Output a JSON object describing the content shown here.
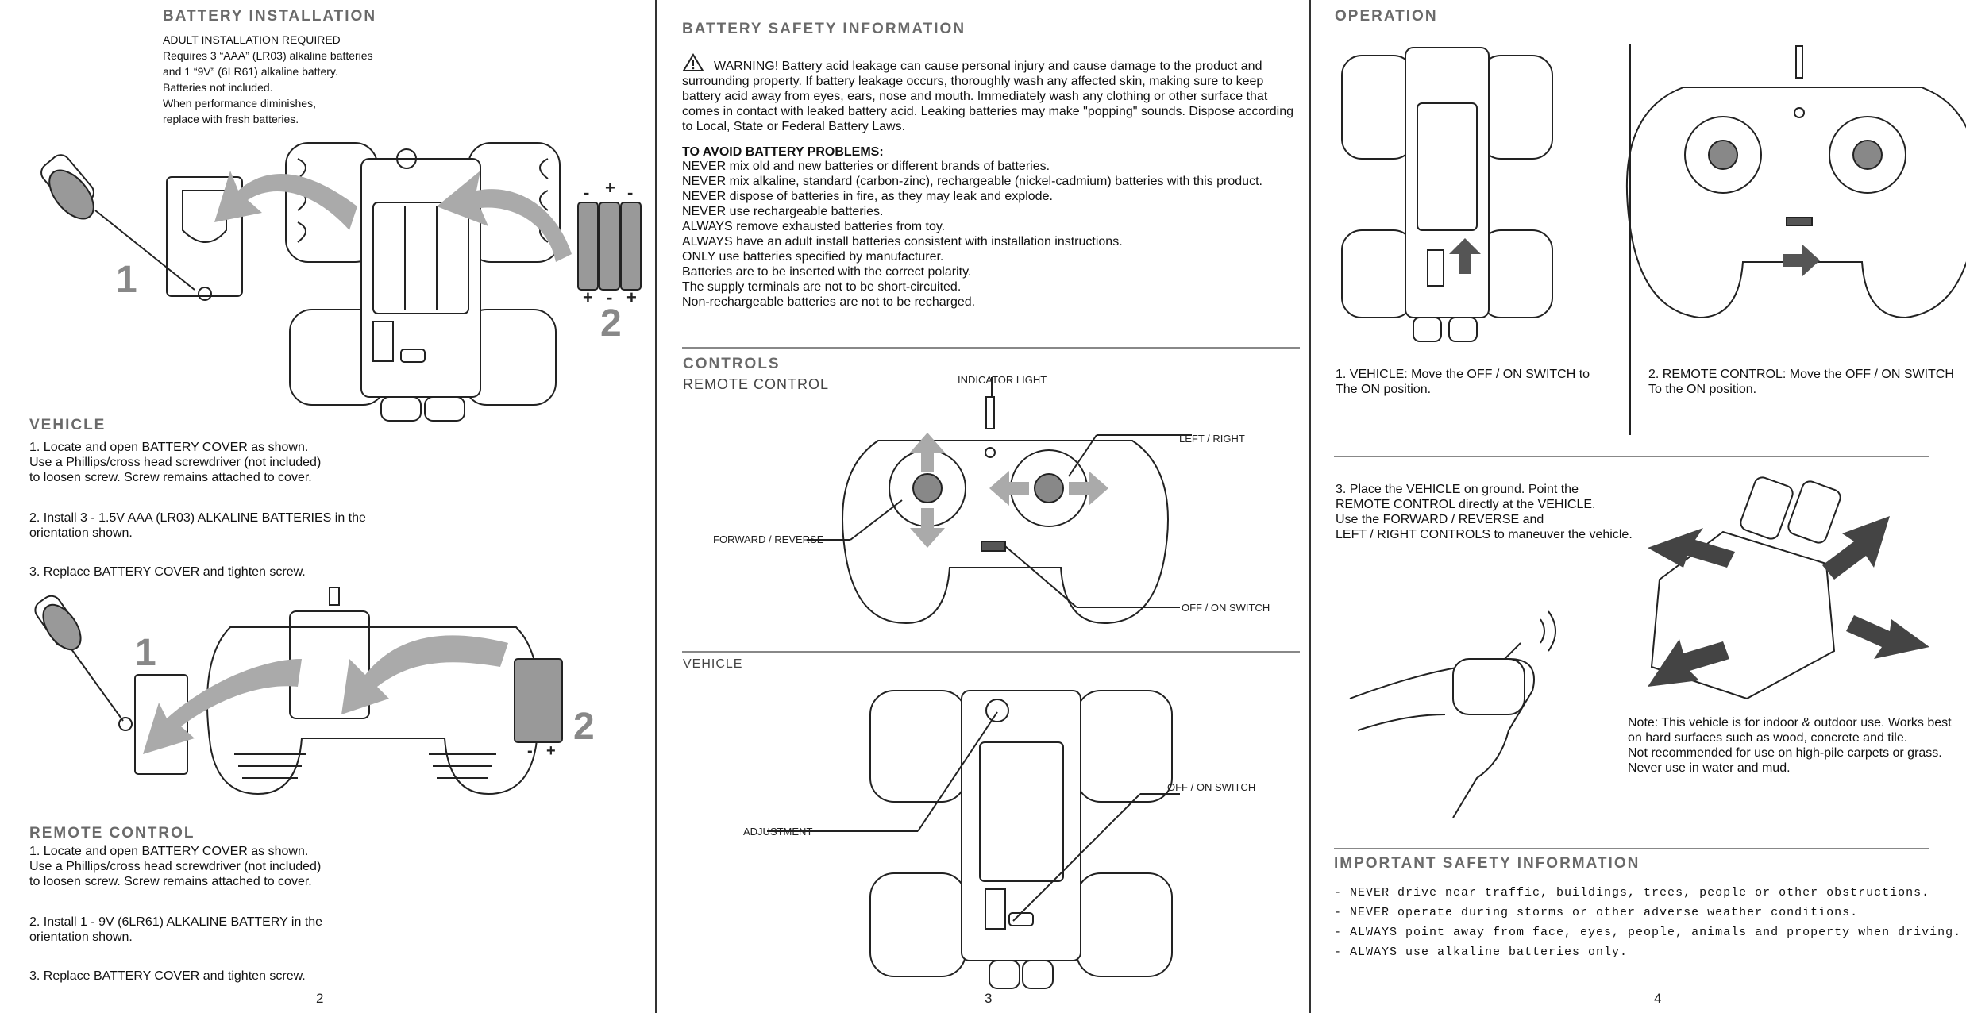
{
  "page2": {
    "battery_installation": {
      "heading": "BATTERY INSTALLATION",
      "requirements": "ADULT INSTALLATION REQUIRED\nRequires 3 “AAA” (LR03) alkaline batteries\nand 1 “9V” (6LR61) alkaline battery.\nBatteries not included.\nWhen performance diminishes,\nreplace with fresh batteries."
    },
    "vehicle_figure": {
      "step1": "1",
      "step2": "2",
      "minus1": "-",
      "plus1": "+",
      "minus2": "-",
      "plus_b1": "+",
      "minus_b": "-",
      "plus_b2": "+"
    },
    "vehicle": {
      "heading": "VEHICLE",
      "step1": "1. Locate and open BATTERY COVER as shown.\nUse a Phillips/cross head screwdriver (not included)\nto loosen screw. Screw remains attached to cover.",
      "step2": "2. Install 3 - 1.5V AAA (LR03) ALKALINE BATTERIES in the\norientation shown.",
      "step3": "3. Replace BATTERY COVER and tighten screw."
    },
    "remote_figure": {
      "step1": "1",
      "step2": "2",
      "minus": "-",
      "plus": "+"
    },
    "remote_control": {
      "heading": "REMOTE CONTROL",
      "step1": "1. Locate and open BATTERY COVER as shown.\nUse a Phillips/cross head screwdriver (not included)\nto loosen screw. Screw remains attached to cover.",
      "step2": "2. Install 1 - 9V (6LR61) ALKALINE BATTERY in the\norientation shown.",
      "step3": "3. Replace BATTERY COVER and tighten screw."
    },
    "page_number": "2"
  },
  "page3": {
    "battery_safety": {
      "heading": "BATTERY SAFETY INFORMATION",
      "warning": "WARNING! Battery acid leakage can cause personal injury and cause damage to the product and\nsurrounding property. If battery leakage occurs, thoroughly wash any affected skin, making sure to keep\nbattery acid away from eyes, ears, nose and mouth. Immediately wash any clothing or other surface that\ncomes in contact with leaked battery acid. Leaking batteries may make \"popping\" sounds. Dispose according\nto Local, State or Federal Battery Laws.",
      "problems_heading": "TO AVOID BATTERY PROBLEMS:",
      "problems": "NEVER mix old and new batteries or different brands of batteries.\nNEVER mix alkaline, standard (carbon-zinc), rechargeable (nickel-cadmium) batteries with this product.\nNEVER dispose of batteries in fire, as they may leak and explode.\nNEVER use rechargeable batteries.\nALWAYS remove exhausted batteries from toy.\nALWAYS have an adult install batteries consistent with installation instructions.\nONLY use batteries specified by manufacturer.\nBatteries are to be inserted with the correct polarity.\nThe supply terminals are not to be short-circuited.\nNon-rechargeable batteries are not to be recharged."
    },
    "controls": {
      "heading": "CONTROLS",
      "remote_sub": "REMOTE CONTROL",
      "indicator_light": "INDICATOR LIGHT",
      "left_right": "LEFT / RIGHT",
      "forward_reverse": "FORWARD / REVERSE",
      "off_on_switch": "OFF / ON SWITCH",
      "vehicle_sub": "VEHICLE",
      "vehicle_off_on_switch": "OFF / ON SWITCH",
      "adjustment": "ADJUSTMENT"
    },
    "page_number": "3"
  },
  "page4": {
    "operation": {
      "heading": "OPERATION",
      "step1": "1. VEHICLE: Move the OFF / ON SWITCH to\n    The ON position.",
      "step2": "2.  REMOTE CONTROL: Move the OFF / ON SWITCH\nTo the ON position.",
      "step3": "3. Place the VEHICLE on ground. Point the\n    REMOTE CONTROL directly at the VEHICLE.\n    Use the FORWARD / REVERSE and\n    LEFT / RIGHT CONTROLS to maneuver the vehicle.",
      "note": "Note: This vehicle is for indoor & outdoor use. Works best\non hard surfaces such as wood, concrete and tile.\nNot recommended for use on high-pile carpets or grass.\nNever use in water and mud."
    },
    "important_safety": {
      "heading": "IMPORTANT SAFETY INFORMATION",
      "items": [
        "- NEVER drive near traffic, buildings, trees, people or other obstructions.",
        "- NEVER operate during storms or other adverse weather conditions.",
        "- ALWAYS point away from face, eyes, people, animals and property when driving.",
        "- ALWAYS use alkaline batteries only."
      ]
    },
    "page_number": "4"
  }
}
